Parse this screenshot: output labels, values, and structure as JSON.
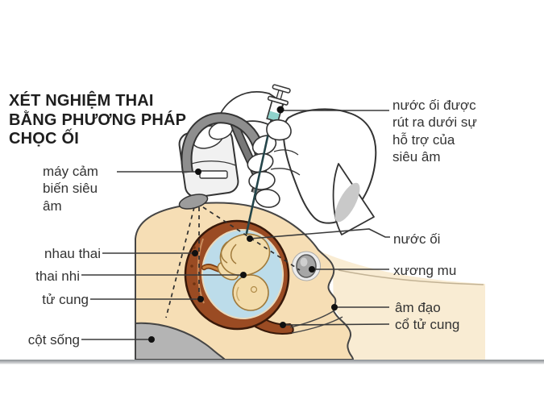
{
  "title": "XÉT NGHIỆM THAI\nBẰNG PHƯƠNG PHÁP\nCHỌC ỐI",
  "labels": {
    "transducer": "máy cảm\nbiến siêu\nâm",
    "placenta": "nhau thai",
    "fetus": "thai nhi",
    "uterus": "tử cung",
    "spine": "cột sống",
    "fluid_withdrawn": "nước ối được\nrút ra dưới sự\nhỗ trợ của\nsiêu âm",
    "amniotic_fluid": "nước ối",
    "pubic_bone": "xương mu",
    "vagina": "âm đạo",
    "cervix": "cổ tử cung"
  },
  "colors": {
    "skin": "#f6deb5",
    "thigh_skin": "#f9ecd3",
    "uterus_wall": "#9a4b23",
    "uterus_outline": "#38190a",
    "amniotic_fluid": "#bcdcea",
    "fetus_skin": "#f3dcab",
    "bone_gray": "#a8a8a8",
    "spine_gray": "#b4b4b4",
    "syringe_fluid": "#8fd2cb",
    "strap_gray": "#8e8e8e",
    "line_color": "#3a3a3a"
  }
}
